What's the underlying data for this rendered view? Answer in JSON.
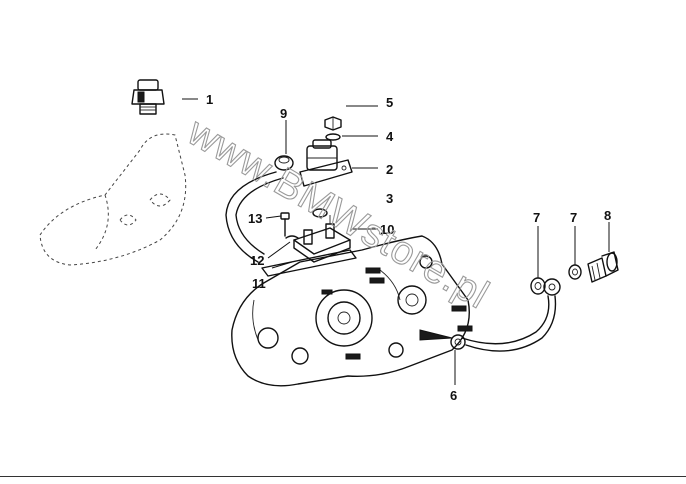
{
  "watermark": "www.BMWstore.pl",
  "callouts": {
    "c1": "1",
    "c2": "2",
    "c3": "3",
    "c4": "4",
    "c5": "5",
    "c6": "6",
    "c7a": "7",
    "c7b": "7",
    "c8": "8",
    "c9": "9",
    "c10": "10",
    "c11": "11",
    "c12": "12",
    "c13": "13"
  }
}
